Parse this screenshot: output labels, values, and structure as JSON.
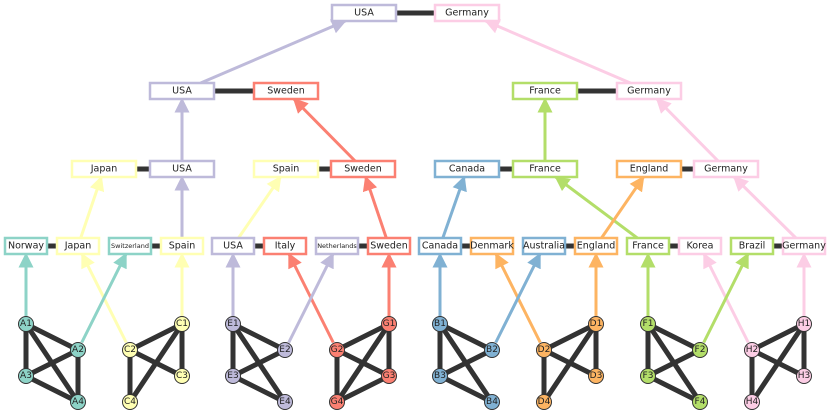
{
  "colors": {
    "A": "#8dd3c7",
    "C": "#ffffb3",
    "E": "#bebada",
    "G": "#fb8072",
    "B": "#80b1d3",
    "D": "#fdb462",
    "F": "#b3de69",
    "H": "#fccde5",
    "edge": "#333333"
  },
  "graphs": [
    {
      "color": "A",
      "nodes": [
        {
          "id": "A1",
          "label": "A1"
        },
        {
          "id": "A2",
          "label": "A2"
        },
        {
          "id": "A3",
          "label": "A3"
        },
        {
          "id": "A4",
          "label": "A4"
        }
      ],
      "edges": [
        [
          "A1",
          "A2"
        ],
        [
          "A1",
          "A3"
        ],
        [
          "A1",
          "A4"
        ],
        [
          "A2",
          "A3"
        ],
        [
          "A2",
          "A4"
        ],
        [
          "A3",
          "A4"
        ]
      ]
    },
    {
      "color": "C",
      "nodes": [
        {
          "id": "C1",
          "label": "C1"
        },
        {
          "id": "C2",
          "label": "C2"
        },
        {
          "id": "C3",
          "label": "C3"
        },
        {
          "id": "C4",
          "label": "C4"
        }
      ],
      "edges": [
        [
          "C1",
          "C2"
        ],
        [
          "C1",
          "C3"
        ],
        [
          "C1",
          "C4"
        ],
        [
          "C2",
          "C3"
        ],
        [
          "C2",
          "C4"
        ]
      ]
    },
    {
      "color": "E",
      "nodes": [
        {
          "id": "E1",
          "label": "E1"
        },
        {
          "id": "E2",
          "label": "E2"
        },
        {
          "id": "E3",
          "label": "E3"
        },
        {
          "id": "E4",
          "label": "E4"
        }
      ],
      "edges": [
        [
          "E1",
          "E2"
        ],
        [
          "E1",
          "E3"
        ],
        [
          "E1",
          "E4"
        ],
        [
          "E2",
          "E3"
        ],
        [
          "E3",
          "E4"
        ]
      ]
    },
    {
      "color": "G",
      "nodes": [
        {
          "id": "G1",
          "label": "G1"
        },
        {
          "id": "G2",
          "label": "G2"
        },
        {
          "id": "G3",
          "label": "G3"
        },
        {
          "id": "G4",
          "label": "G4"
        }
      ],
      "edges": [
        [
          "G1",
          "G2"
        ],
        [
          "G1",
          "G3"
        ],
        [
          "G1",
          "G4"
        ],
        [
          "G2",
          "G3"
        ],
        [
          "G2",
          "G4"
        ],
        [
          "G3",
          "G4"
        ]
      ]
    },
    {
      "color": "B",
      "nodes": [
        {
          "id": "B1",
          "label": "B1"
        },
        {
          "id": "B2",
          "label": "B2"
        },
        {
          "id": "B3",
          "label": "B3"
        },
        {
          "id": "B4",
          "label": "B4"
        }
      ],
      "edges": [
        [
          "B1",
          "B2"
        ],
        [
          "B1",
          "B3"
        ],
        [
          "B1",
          "B4"
        ],
        [
          "B2",
          "B3"
        ],
        [
          "B3",
          "B4"
        ]
      ]
    },
    {
      "color": "D",
      "nodes": [
        {
          "id": "D1",
          "label": "D1"
        },
        {
          "id": "D2",
          "label": "D2"
        },
        {
          "id": "D3",
          "label": "D3"
        },
        {
          "id": "D4",
          "label": "D4"
        }
      ],
      "edges": [
        [
          "D1",
          "D2"
        ],
        [
          "D1",
          "D3"
        ],
        [
          "D1",
          "D4"
        ],
        [
          "D2",
          "D3"
        ],
        [
          "D2",
          "D4"
        ]
      ]
    },
    {
      "color": "F",
      "nodes": [
        {
          "id": "F1",
          "label": "F1"
        },
        {
          "id": "F2",
          "label": "F2"
        },
        {
          "id": "F3",
          "label": "F3"
        },
        {
          "id": "F4",
          "label": "F4"
        }
      ],
      "edges": [
        [
          "F1",
          "F2"
        ],
        [
          "F1",
          "F3"
        ],
        [
          "F1",
          "F4"
        ],
        [
          "F2",
          "F3"
        ],
        [
          "F3",
          "F4"
        ]
      ]
    },
    {
      "color": "H",
      "nodes": [
        {
          "id": "H1",
          "label": "H1"
        },
        {
          "id": "H2",
          "label": "H2"
        },
        {
          "id": "H3",
          "label": "H3"
        },
        {
          "id": "H4",
          "label": "H4"
        }
      ],
      "edges": [
        [
          "H1",
          "H2"
        ],
        [
          "H1",
          "H3"
        ],
        [
          "H1",
          "H4"
        ],
        [
          "H2",
          "H3"
        ],
        [
          "H2",
          "H4"
        ]
      ]
    }
  ],
  "levels": [
    [
      {
        "label": "Norway",
        "color": "A"
      },
      {
        "label": "Japan",
        "color": "C"
      },
      {
        "label": "Switzerland",
        "color": "A"
      },
      {
        "label": "Spain",
        "color": "C"
      },
      {
        "label": "USA",
        "color": "E"
      },
      {
        "label": "Italy",
        "color": "G"
      },
      {
        "label": "Netherlands",
        "color": "E"
      },
      {
        "label": "Sweden",
        "color": "G"
      },
      {
        "label": "Canada",
        "color": "B"
      },
      {
        "label": "Denmark",
        "color": "D"
      },
      {
        "label": "Australia",
        "color": "B"
      },
      {
        "label": "England",
        "color": "D"
      },
      {
        "label": "France",
        "color": "F"
      },
      {
        "label": "Korea",
        "color": "H"
      },
      {
        "label": "Brazil",
        "color": "F"
      },
      {
        "label": "Germany",
        "color": "H"
      }
    ],
    [
      {
        "label": "Japan",
        "color": "C"
      },
      {
        "label": "USA",
        "color": "E"
      },
      {
        "label": "Spain",
        "color": "C"
      },
      {
        "label": "Sweden",
        "color": "G"
      },
      {
        "label": "Canada",
        "color": "B"
      },
      {
        "label": "France",
        "color": "F"
      },
      {
        "label": "England",
        "color": "D"
      },
      {
        "label": "Germany",
        "color": "H"
      }
    ],
    [
      {
        "label": "USA",
        "color": "E"
      },
      {
        "label": "Sweden",
        "color": "G"
      },
      {
        "label": "France",
        "color": "F"
      },
      {
        "label": "Germany",
        "color": "H"
      }
    ],
    [
      {
        "label": "USA",
        "color": "E"
      },
      {
        "label": "Germany",
        "color": "H"
      }
    ]
  ]
}
